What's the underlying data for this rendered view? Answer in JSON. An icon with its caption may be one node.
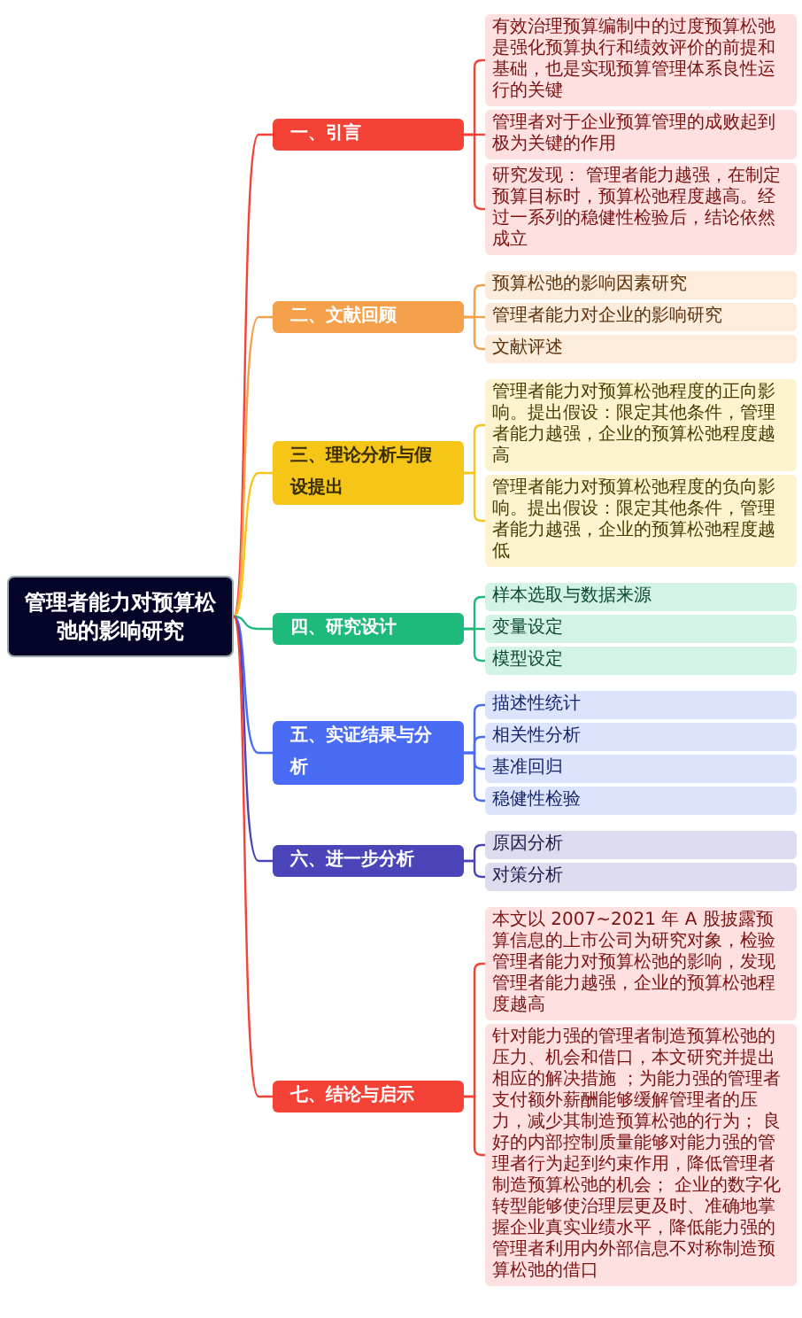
{
  "diagram": {
    "nodes": [
      {
        "text": [
          "管理者能力对预算松弛的影响研究"
        ]
      },
      {
        "text": [
          "一、引言"
        ]
      },
      {
        "text": [
          "有效治理预算编制中的过度预算松弛是强化预算执行和绩效评价的前提和基础，也是实现预算管理体系良性运行的关键"
        ]
      },
      {
        "text": [
          "管理者对于企业预算管理的成败起到极为关键的作用"
        ]
      },
      {
        "text": [
          "研究发现： 管理者能力越强，在制定预算目标时，预算松弛程度越高。经过一系列的稳健性检验后，结论依然成立"
        ]
      },
      {
        "text": [
          "二、文献回顾"
        ]
      },
      {
        "text": [
          "预算松弛的影响因素研究"
        ]
      },
      {
        "text": [
          "管理者能力对企业的影响研究"
        ]
      },
      {
        "text": [
          "文献评述"
        ]
      },
      {
        "text": [
          "三、理论分析与假设提出"
        ]
      },
      {
        "text": [
          "管理者能力对预算松弛程度的正向影响。提出假设：限定其他条件，管理者能力越强，企业的预算松弛程度越高"
        ]
      },
      {
        "text": [
          "管理者能力对预算松弛程度的负向影响。提出假设：限定其他条件，管理者能力越强，企业的预算松弛程度越低"
        ]
      },
      {
        "text": [
          "四、研究设计"
        ]
      },
      {
        "text": [
          "样本选取与数据来源"
        ]
      },
      {
        "text": [
          "变量设定"
        ]
      },
      {
        "text": [
          "模型设定"
        ]
      },
      {
        "text": [
          "五、实证结果与分析"
        ]
      },
      {
        "text": [
          "描述性统计"
        ]
      },
      {
        "text": [
          "相关性分析"
        ]
      },
      {
        "text": [
          "基准回归"
        ]
      },
      {
        "text": [
          "稳健性检验"
        ]
      },
      {
        "text": [
          "六、进一步分析"
        ]
      },
      {
        "text": [
          "原因分析"
        ]
      },
      {
        "text": [
          "对策分析"
        ]
      },
      {
        "text": [
          "七、结论与启示"
        ]
      },
      {
        "text": [
          "本文以 2007~2021 年 A 股披露预算信息的上市公司为研究对象，检验管理者能力对预算松弛的影响，发现管理者能力越强，企业的预算松弛程度越高"
        ]
      },
      {
        "text": [
          "针对能力强的管理者制造预算松弛的压力、机会和借口，本文研究并提出相应的解决措施 ；为能力强的管理者支付额外薪酬能够缓解管理者的压力，减少其制造预算松弛的行为； 良好的内部控制质量能够对能力强的管理者行为起到约束作用，降低管理者制造预算松弛的机会； 企业的数字化转型能够使治理层更及时、准确地掌握企业真实业绩水平，降低能力强的管理者利用内外部信息不对称制造预算松弛的借口"
        ]
      }
    ],
    "edges": [
      {
        "from": 0,
        "to": 1,
        "arrow": "none",
        "color": "#f44336"
      },
      {
        "from": 1,
        "to": 2,
        "arrow": "none",
        "color": "#f44336"
      },
      {
        "from": 1,
        "to": 3,
        "arrow": "none",
        "color": "#f44336"
      },
      {
        "from": 1,
        "to": 4,
        "arrow": "none",
        "color": "#f44336"
      },
      {
        "from": 0,
        "to": 5,
        "arrow": "none",
        "color": "#f5a04a"
      },
      {
        "from": 5,
        "to": 6,
        "arrow": "none",
        "color": "#f5a04a"
      },
      {
        "from": 5,
        "to": 7,
        "arrow": "none",
        "color": "#f5a04a"
      },
      {
        "from": 5,
        "to": 8,
        "arrow": "none",
        "color": "#f5a04a"
      },
      {
        "from": 0,
        "to": 9,
        "arrow": "none",
        "color": "#f5c518"
      },
      {
        "from": 9,
        "to": 10,
        "arrow": "none",
        "color": "#f5c518"
      },
      {
        "from": 9,
        "to": 11,
        "arrow": "none",
        "color": "#f5c518"
      },
      {
        "from": 0,
        "to": 12,
        "arrow": "none",
        "color": "#1dba7c"
      },
      {
        "from": 12,
        "to": 13,
        "arrow": "none",
        "color": "#1dba7c"
      },
      {
        "from": 12,
        "to": 14,
        "arrow": "none",
        "color": "#1dba7c"
      },
      {
        "from": 12,
        "to": 15,
        "arrow": "none",
        "color": "#1dba7c"
      },
      {
        "from": 0,
        "to": 16,
        "arrow": "none",
        "color": "#4a6cf5"
      },
      {
        "from": 16,
        "to": 17,
        "arrow": "none",
        "color": "#4a6cf5"
      },
      {
        "from": 16,
        "to": 18,
        "arrow": "none",
        "color": "#4a6cf5"
      },
      {
        "from": 16,
        "to": 19,
        "arrow": "none",
        "color": "#4a6cf5"
      },
      {
        "from": 16,
        "to": 20,
        "arrow": "none",
        "color": "#4a6cf5"
      },
      {
        "from": 0,
        "to": 21,
        "arrow": "none",
        "color": "#4b45b9"
      },
      {
        "from": 21,
        "to": 22,
        "arrow": "none",
        "color": "#4b45b9"
      },
      {
        "from": 21,
        "to": 23,
        "arrow": "none",
        "color": "#4b45b9"
      },
      {
        "from": 0,
        "to": 24,
        "arrow": "none",
        "color": "#f44336"
      },
      {
        "from": 24,
        "to": 25,
        "arrow": "none",
        "color": "#f44336"
      },
      {
        "from": 24,
        "to": 26,
        "arrow": "none",
        "color": "#f44336"
      }
    ]
  }
}
